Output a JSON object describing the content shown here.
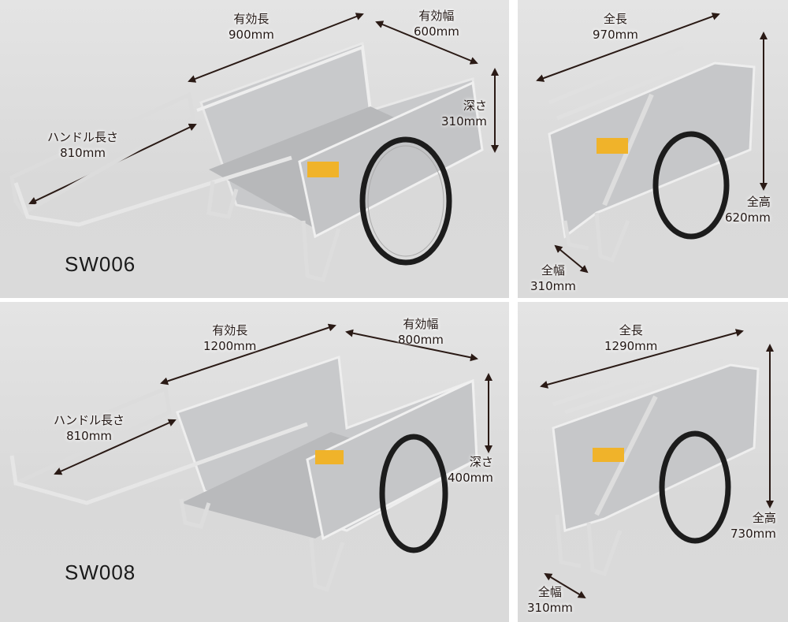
{
  "colors": {
    "arrow": "#2a1a15",
    "background": "#dedede",
    "metal": "#c9cacc",
    "tire": "#1c1c1c"
  },
  "panels": [
    {
      "model": "SW006",
      "view": "open",
      "labels": {
        "length_title": "有効長",
        "length_value": "900mm",
        "width_title": "有効幅",
        "width_value": "600mm",
        "depth_title": "深さ",
        "depth_value": "310mm",
        "handle_title": "ハンドル長さ",
        "handle_value": "810mm"
      }
    },
    {
      "view": "folded",
      "labels": {
        "length_title": "全長",
        "length_value": "970mm",
        "height_title": "全高",
        "height_value": "620mm",
        "width_title": "全幅",
        "width_value": "310mm"
      }
    },
    {
      "model": "SW008",
      "view": "open",
      "labels": {
        "length_title": "有効長",
        "length_value": "1200mm",
        "width_title": "有効幅",
        "width_value": "800mm",
        "depth_title": "深さ",
        "depth_value": "400mm",
        "handle_title": "ハンドル長さ",
        "handle_value": "810mm"
      }
    },
    {
      "view": "folded",
      "labels": {
        "length_title": "全長",
        "length_value": "1290mm",
        "height_title": "全高",
        "height_value": "730mm",
        "width_title": "全幅",
        "width_value": "310mm"
      }
    }
  ]
}
